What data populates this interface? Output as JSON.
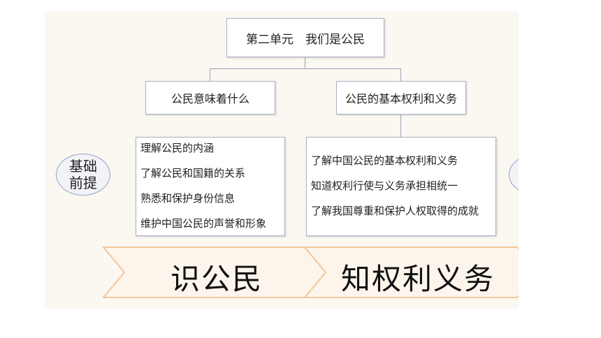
{
  "root": {
    "title": "第二单元　我们是公民"
  },
  "branches": [
    {
      "title": "公民意味着什么",
      "items": [
        "理解公民的内涵",
        "了解公民和国籍的关系",
        "熟悉和保护身份信息",
        "维护中国公民的声誉和形象"
      ]
    },
    {
      "title": "公民的基本权利和义务",
      "items": [
        "了解中国公民的基本权利和义务",
        "知道权利行使与义务承担相统一",
        "了解我国尊重和保护人权取得的成就"
      ]
    }
  ],
  "badge": {
    "line1": "基础",
    "line2": "前提"
  },
  "bands": [
    "识公民",
    "知权利义务"
  ],
  "colors": {
    "box_border": "#a9b3c8",
    "connector": "#9aa3b5",
    "badge_border": "#8fa2cc",
    "band_fill": "#fdf5ec",
    "band_border": "#f3c79b"
  }
}
